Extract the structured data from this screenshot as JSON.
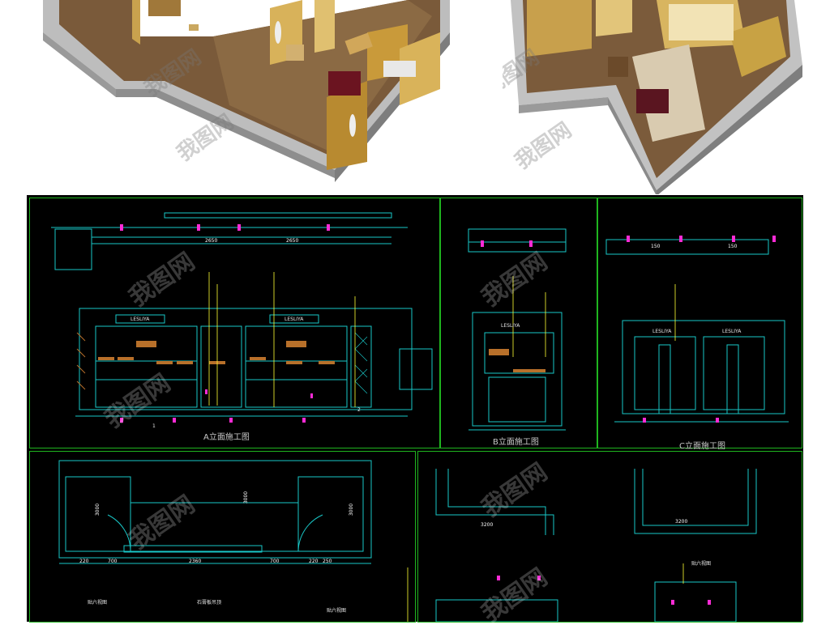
{
  "colors": {
    "cad_background": "#000000",
    "panel_border": "#1fb51f",
    "drawing_line": "#19c7c7",
    "marker": "#ff2bd6",
    "leader": "#ffff33",
    "wood": "#b8702a"
  },
  "elevation_a": {
    "caption": "A立面施工图",
    "sign_left": "LESLIYA",
    "sign_right": "LESLIYA",
    "dims_top": [
      "2650",
      "2650"
    ],
    "label_a": "1",
    "label_b": "2"
  },
  "elevation_b": {
    "caption": "B立面施工图",
    "sign": "LESLIYA"
  },
  "elevation_c": {
    "caption": "C立面施工图",
    "sign_left": "LESLIYA",
    "sign_right": "LESLIYA",
    "dims_top": [
      "150",
      "150"
    ]
  },
  "plan_bottom": {
    "dims": [
      "220",
      "700",
      "2360",
      "700",
      "220",
      "250"
    ],
    "height_left": "3000",
    "height_mid": "3000",
    "height_right": "3000",
    "ann_pink_led": "贴六视图",
    "ann_ceiling": "石膏板吊顶",
    "ann_wall": "贴六视图"
  },
  "detail_bottom_right": {
    "dim_left": "3200",
    "dim_right": "3200",
    "ann_top": "贴六视图"
  },
  "watermark": "我图网"
}
